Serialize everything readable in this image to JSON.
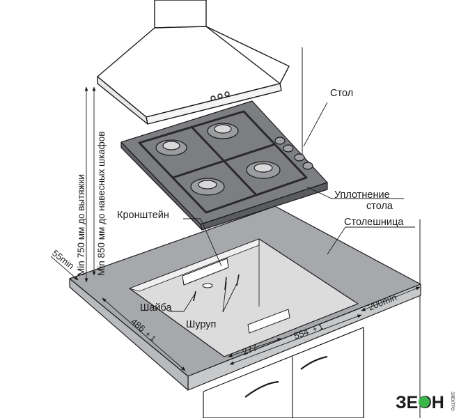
{
  "labels": {
    "table": "Стол",
    "seal": "Уплотнение",
    "seal2": "стола",
    "countertop": "Столешница",
    "bracket": "Кронштейн",
    "washer": "Шайба",
    "screw": "Шуруп"
  },
  "dimensions": {
    "hood_min": "Min 750 мм до вытяжки",
    "cabinet_min": "Min 850 мм до навесных шкафов",
    "front_min": "55min",
    "back_min": "200min",
    "width": "554",
    "width_tol": "+ 1",
    "depth": "486",
    "depth_tol": "+ 1",
    "bracket_dist": "277"
  },
  "logo": {
    "text": "ЗЕОН",
    "sub": "ЭЛЕКТРО"
  },
  "colors": {
    "countertop": "#a6a8ab",
    "countertop_edge": "#c7c9cb",
    "cutout": "#dcdcdc",
    "cutout_inner": "#f2f2f2",
    "hob": "#6e7074",
    "hob_top": "#8a8c90",
    "hood": "#ffffff",
    "line": "#1a1a1a",
    "logo_icon": "#3cb54a"
  }
}
